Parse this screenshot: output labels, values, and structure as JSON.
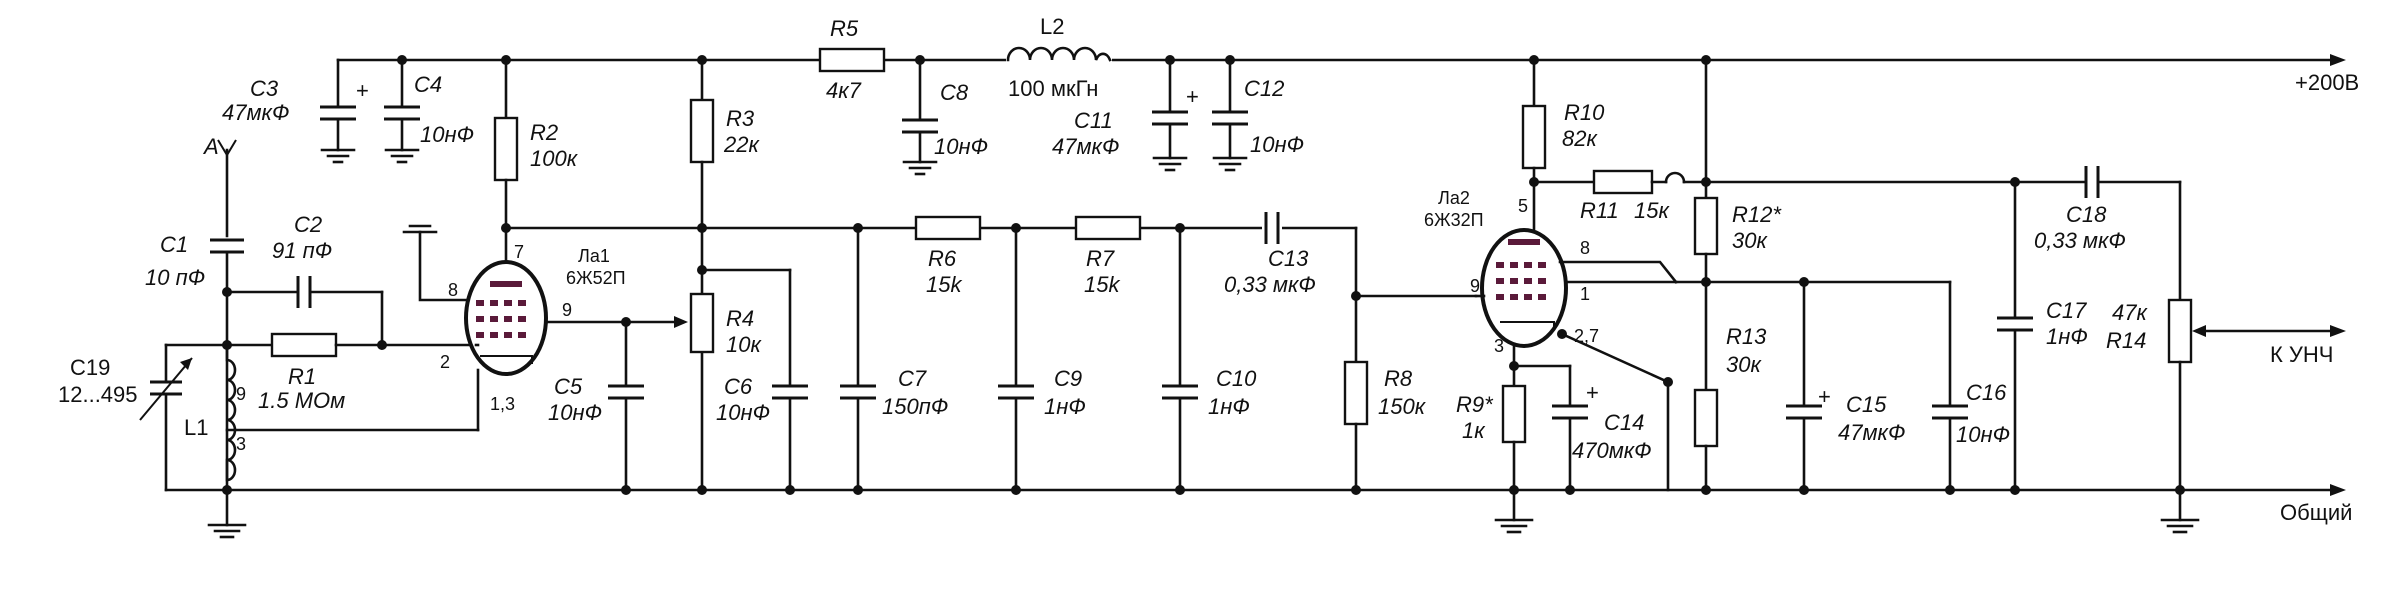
{
  "components": {
    "A": {
      "ref": "A"
    },
    "C1": {
      "ref": "C1",
      "value": "10 пФ"
    },
    "C2": {
      "ref": "C2",
      "value": "91 пФ"
    },
    "C3": {
      "ref": "C3",
      "value": "47мкФ"
    },
    "C4": {
      "ref": "C4",
      "value": "10нФ"
    },
    "C5": {
      "ref": "C5",
      "value": "10нФ"
    },
    "C6": {
      "ref": "C6",
      "value": "10нФ"
    },
    "C7": {
      "ref": "C7",
      "value": "150пФ"
    },
    "C8": {
      "ref": "C8",
      "value": "10нФ"
    },
    "C9": {
      "ref": "C9",
      "value": "1нФ"
    },
    "C10": {
      "ref": "C10",
      "value": "1нФ"
    },
    "C11": {
      "ref": "C11",
      "value": "47мкФ"
    },
    "C12": {
      "ref": "C12",
      "value": "10нФ"
    },
    "C13": {
      "ref": "C13",
      "value": "0,33 мкФ"
    },
    "C14": {
      "ref": "C14",
      "value": "470мкФ"
    },
    "C15": {
      "ref": "C15",
      "value": "47мкФ"
    },
    "C16": {
      "ref": "C16",
      "value": "10нФ"
    },
    "C17": {
      "ref": "C17",
      "value": "1нФ"
    },
    "C18": {
      "ref": "C18",
      "value": "0,33 мкФ"
    },
    "C19": {
      "ref": "C19",
      "value": "12...495"
    },
    "R1": {
      "ref": "R1",
      "value": "1.5 МОм"
    },
    "R2": {
      "ref": "R2",
      "value": "100к"
    },
    "R3": {
      "ref": "R3",
      "value": "22к"
    },
    "R4": {
      "ref": "R4",
      "value": "10к"
    },
    "R5": {
      "ref": "R5",
      "value": "4к7"
    },
    "R6": {
      "ref": "R6",
      "value": "15k"
    },
    "R7": {
      "ref": "R7",
      "value": "15k"
    },
    "R8": {
      "ref": "R8",
      "value": "150к"
    },
    "R9": {
      "ref": "R9*",
      "value": "1к"
    },
    "R10": {
      "ref": "R10",
      "value": "82к"
    },
    "R11": {
      "ref": "R11",
      "value": "15к"
    },
    "R12": {
      "ref": "R12*",
      "value": "30к"
    },
    "R13": {
      "ref": "R13",
      "value": "30к"
    },
    "R14": {
      "ref": "R14",
      "value": "47к"
    },
    "L1": {
      "ref": "L1",
      "tap": "9",
      "end": "3"
    },
    "L2": {
      "ref": "L2",
      "value": "100 мкГн"
    },
    "VL1": {
      "ref": "Ла1",
      "type": "6Ж52П",
      "pins": [
        "7",
        "8",
        "9",
        "2",
        "1,3"
      ]
    },
    "VL2": {
      "ref": "Ла2",
      "type": "6Ж32П",
      "pins": [
        "5",
        "8",
        "9",
        "1",
        "3",
        "2,7"
      ]
    }
  },
  "rails": {
    "plus": "+200В",
    "common": "Общий",
    "output": "К УНЧ"
  },
  "polarity_mark": "+",
  "colors": {
    "wire": "#111111",
    "tube_electrodes": "#5a1a3a",
    "background": "#ffffff"
  }
}
